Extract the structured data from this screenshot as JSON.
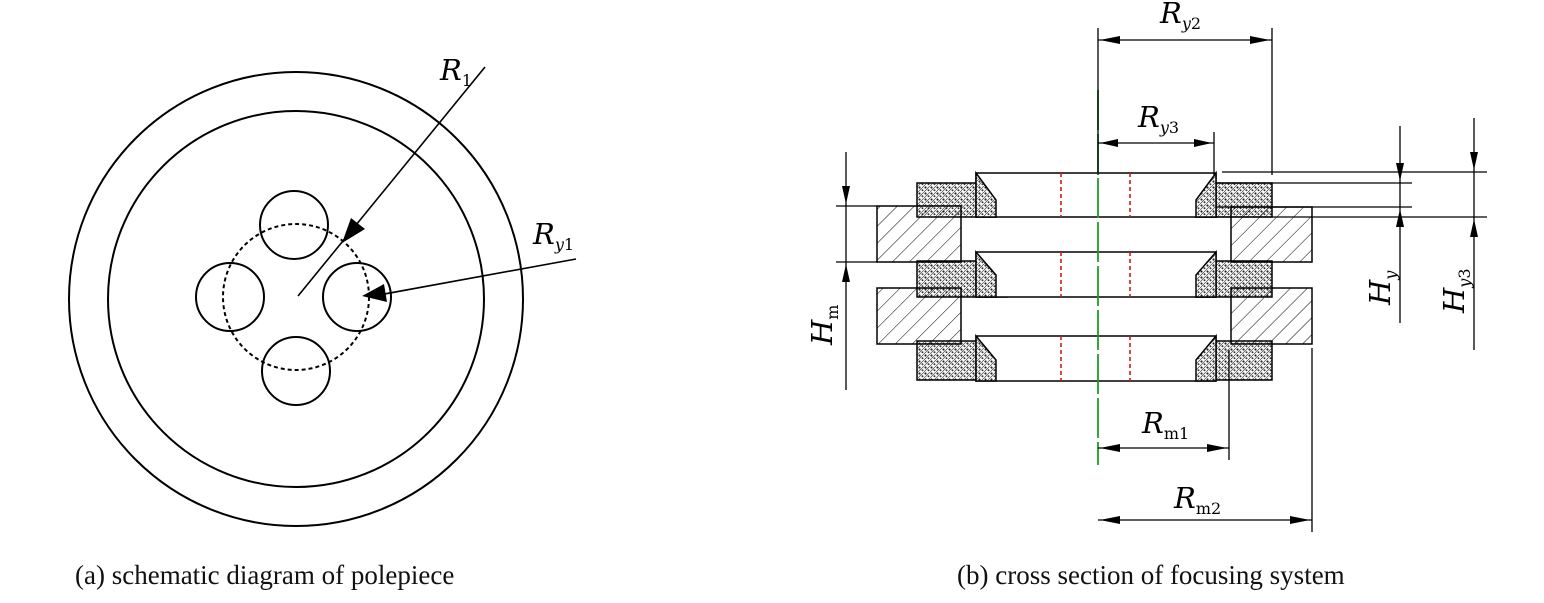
{
  "panel_a": {
    "label_r1": {
      "main": "R",
      "sub": "1"
    },
    "label_ry1": {
      "main": "R",
      "sub_italic": "y",
      "sub": "1"
    },
    "caption": "(a) schematic diagram of polepiece"
  },
  "panel_b": {
    "label_ry2": {
      "main": "R",
      "sub_italic": "y",
      "sub": "2"
    },
    "label_ry3": {
      "main": "R",
      "sub_italic": "y",
      "sub": "3"
    },
    "label_rm1": {
      "main": "R",
      "sub": "m1"
    },
    "label_rm2": {
      "main": "R",
      "sub": "m2"
    },
    "label_hm": {
      "main": "H",
      "sub": "m"
    },
    "label_hy": {
      "main": "H",
      "sub_italic": "y"
    },
    "label_hy3": {
      "main": "H",
      "sub_italic": "y",
      "sub": "3"
    },
    "caption": "(b) cross section of focusing system"
  },
  "colors": {
    "axis": "#1a9e2a",
    "bore": "#d41a1a",
    "line": "#000000"
  }
}
